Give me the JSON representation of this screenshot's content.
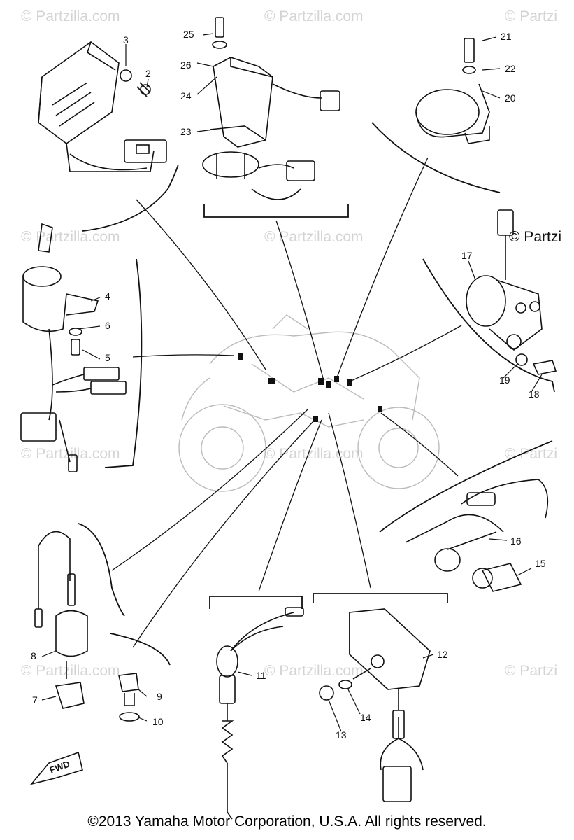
{
  "watermark_text": "© Partzilla.com",
  "watermark_text_cut": "© Partzi",
  "watermark_label_dark": "© Partzi",
  "fwd_label": "FWD",
  "copyright": "©2013 Yamaha Motor Corporation, U.S.A. All rights reserved.",
  "callouts": {
    "c2": "2",
    "c3": "3",
    "c4": "4",
    "c5": "5",
    "c6": "6",
    "c7": "7",
    "c8": "8",
    "c9": "9",
    "c10": "10",
    "c11": "11",
    "c12": "12",
    "c13": "13",
    "c14": "14",
    "c15": "15",
    "c16": "16",
    "c17": "17",
    "c18": "18",
    "c19": "19",
    "c20": "20",
    "c21": "21",
    "c22": "22",
    "c23": "23",
    "c24": "24",
    "c25": "25",
    "c26": "26"
  }
}
